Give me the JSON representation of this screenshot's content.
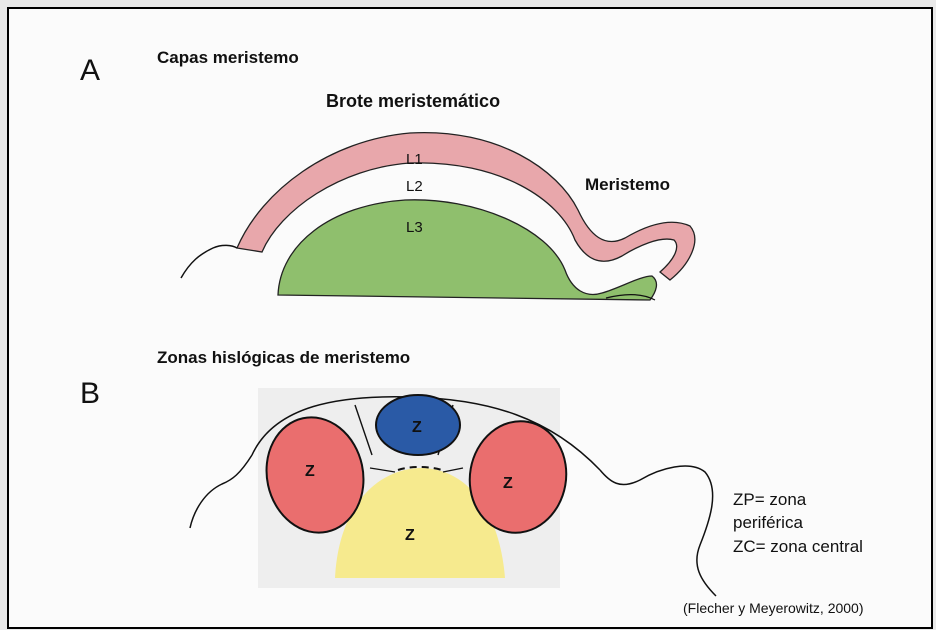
{
  "panel_a": {
    "letter": "A",
    "title": "Capas meristemo",
    "subtitle": "Brote meristemático",
    "meristem_label": "Meristemo",
    "layers": [
      "L1",
      "L2",
      "L3"
    ]
  },
  "panel_b": {
    "letter": "B",
    "title": "Zonas hislógicas de meristemo",
    "zone_letter": "Z",
    "legend": [
      "ZP= zona",
      "periférica",
      "ZC= zona central"
    ]
  },
  "citation": "(Flecher y Meyerowitz, 2000)",
  "colors": {
    "l1_pink": "#e8a7ab",
    "l3_green": "#8fbf6d",
    "peripheral_red": "#ea6e6e",
    "central_blue": "#2a5aa6",
    "rib_yellow": "#f6ea8e"
  }
}
